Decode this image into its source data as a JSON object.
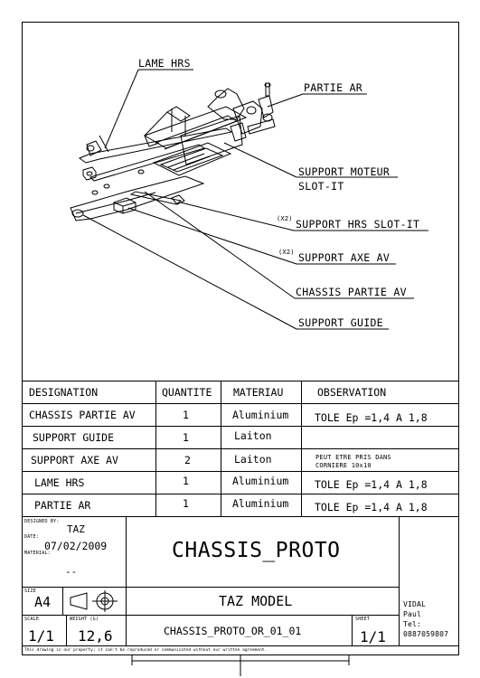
{
  "callouts": {
    "lame_hrs": "LAME HRS",
    "partie_ar": "PARTIE AR",
    "support_moteur": "SUPPORT MOTEUR",
    "slot_it": "SLOT-IT",
    "x2_a": "(X2)",
    "support_hrs": "SUPPORT HRS SLOT-IT",
    "x2_b": "(X2)",
    "support_axe": "SUPPORT AXE AV",
    "chassis_av": "CHASSIS PARTIE AV",
    "support_guide": "SUPPORT GUIDE"
  },
  "bom": {
    "headers": [
      "DESIGNATION",
      "QUANTITE",
      "MATERIAU",
      "OBSERVATION"
    ],
    "rows": [
      {
        "designation": "CHASSIS PARTIE AV",
        "qty": "1",
        "material": "Aluminium",
        "observation": "TOLE Ep =1,4 A 1,8"
      },
      {
        "designation": "SUPPORT GUIDE",
        "qty": "1",
        "material": "Laiton",
        "observation": ""
      },
      {
        "designation": "SUPPORT AXE AV",
        "qty": "2",
        "material": "Laiton",
        "observation_line1": "PEUT ETRE PRIS DANS",
        "observation_line2": "CORNIERE 10x10"
      },
      {
        "designation": "LAME HRS",
        "qty": "1",
        "material": "Aluminium",
        "observation": "TOLE Ep =1,4 A 1,8"
      },
      {
        "designation": "PARTIE AR",
        "qty": "1",
        "material": "Aluminium",
        "observation": "TOLE Ep =1,4 A 1,8"
      }
    ]
  },
  "title_block": {
    "designed_by_label": "DESIGNED BY:",
    "designer": "TAZ",
    "date_label": "DATE:",
    "date": "07/02/2009",
    "material_label": "MATERIAL:",
    "material": "--",
    "drawing_title": "CHASSIS_PROTO",
    "size_label": "SIZE",
    "size": "A4",
    "model": "TAZ MODEL",
    "scale_label": "SCALE",
    "scale": "1/1",
    "weight_label": "WEIGHT (G)",
    "weight": "12,6",
    "part_number": "CHASSIS_PROTO_OR_01_01",
    "sheet_label": "SHEET",
    "sheet": "1/1",
    "company": "VIDAL",
    "person": "Paul",
    "tel_label": "Tel:",
    "tel": "0887059807",
    "notice": "This drawing is our property; it can't be reproduced or communicated without our written agreement."
  }
}
